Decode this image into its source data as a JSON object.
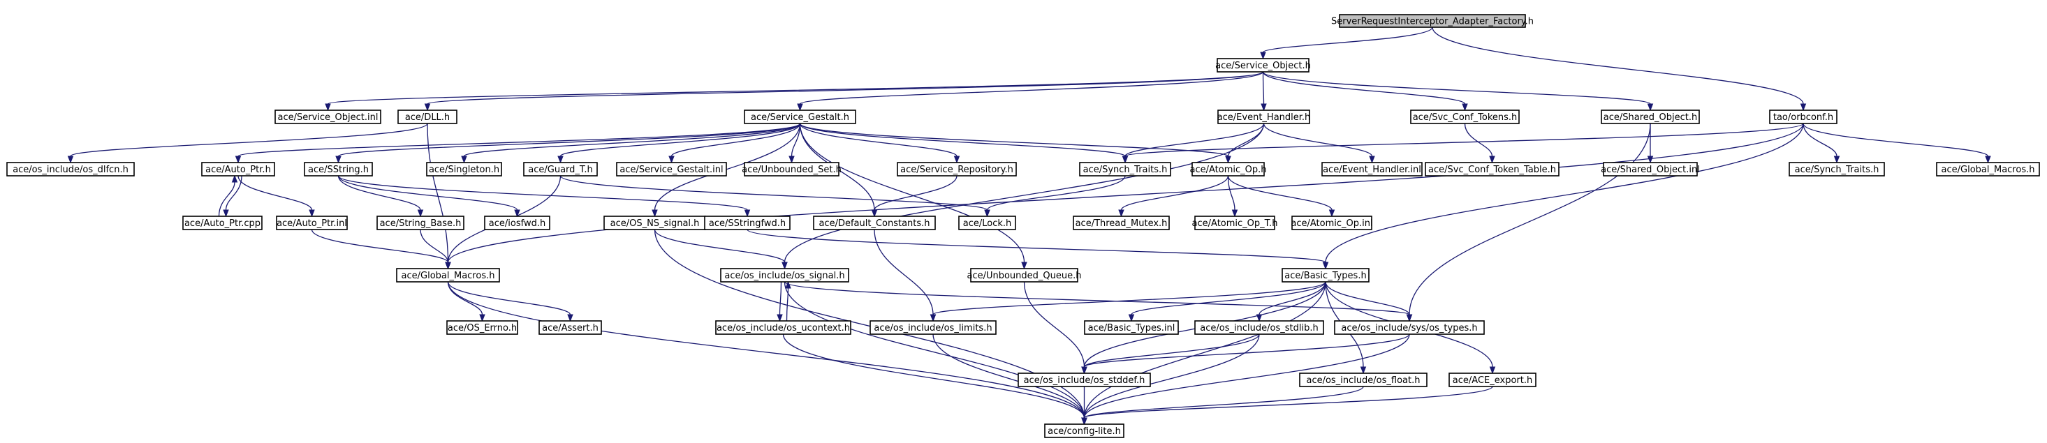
{
  "title": "ServerRequestInterceptor_Adapter_Factory.h",
  "colors": {
    "edge": "#191970",
    "normal_border": "#000000",
    "missing_border": "#ff0000",
    "external_border": "#bfbfbf",
    "root_fill": "#bfbfbf"
  },
  "nodes": {
    "root": {
      "label": "ServerRequestInterceptor_Adapter_Factory.h",
      "kind": "root"
    },
    "service_object_h": {
      "label": "ace/Service_Object.h",
      "kind": "normal"
    },
    "service_object_inl": {
      "label": "ace/Service_Object.inl",
      "kind": "normal"
    },
    "dll_h": {
      "label": "ace/DLL.h",
      "kind": "normal"
    },
    "service_gestalt_h": {
      "label": "ace/Service_Gestalt.h",
      "kind": "normal"
    },
    "event_handler_h": {
      "label": "ace/Event_Handler.h",
      "kind": "normal"
    },
    "svc_conf_tokens_h": {
      "label": "ace/Svc_Conf_Tokens.h",
      "kind": "normal"
    },
    "shared_object_h": {
      "label": "ace/Shared_Object.h",
      "kind": "normal"
    },
    "orbconf_h": {
      "label": "tao/orbconf.h",
      "kind": "normal"
    },
    "os_dlfcn_h": {
      "label": "ace/os_include/os_dlfcn.h",
      "kind": "normal"
    },
    "auto_ptr_h": {
      "label": "ace/Auto_Ptr.h",
      "kind": "normal"
    },
    "sstring_h": {
      "label": "ace/SString.h",
      "kind": "missing"
    },
    "singleton_h": {
      "label": "ace/Singleton.h",
      "kind": "missing"
    },
    "guard_t_h": {
      "label": "ace/Guard_T.h",
      "kind": "missing"
    },
    "service_gestalt_inl": {
      "label": "ace/Service_Gestalt.inl",
      "kind": "normal"
    },
    "unbounded_set_h": {
      "label": "ace/Unbounded_Set.h",
      "kind": "missing"
    },
    "service_repository_h": {
      "label": "ace/Service_Repository.h",
      "kind": "missing"
    },
    "synch_traits_h": {
      "label": "ace/Synch_Traits.h",
      "kind": "normal"
    },
    "atomic_op_h": {
      "label": "ace/Atomic_Op.h",
      "kind": "normal"
    },
    "event_handler_inl": {
      "label": "ace/Event_Handler.inl",
      "kind": "normal"
    },
    "svc_conf_token_table_h": {
      "label": "ace/Svc_Conf_Token_Table.h",
      "kind": "normal"
    },
    "shared_object_inl": {
      "label": "ace/Shared_Object.inl",
      "kind": "normal"
    },
    "synch_traits_ext": {
      "label": "ace/Synch_Traits.h",
      "kind": "external"
    },
    "global_macros_ext": {
      "label": "ace/Global_Macros.h",
      "kind": "external"
    },
    "auto_ptr_cpp": {
      "label": "ace/Auto_Ptr.cpp",
      "kind": "normal"
    },
    "auto_ptr_inl": {
      "label": "ace/Auto_Ptr.inl",
      "kind": "normal"
    },
    "string_base_h": {
      "label": "ace/String_Base.h",
      "kind": "missing"
    },
    "iosfwd_h": {
      "label": "ace/iosfwd.h",
      "kind": "normal"
    },
    "os_ns_signal_h": {
      "label": "ace/OS_NS_signal.h",
      "kind": "missing"
    },
    "sstringfwd_h": {
      "label": "ace/SStringfwd.h",
      "kind": "normal"
    },
    "default_constants_h": {
      "label": "ace/Default_Constants.h",
      "kind": "normal"
    },
    "lock_h": {
      "label": "ace/Lock.h",
      "kind": "missing"
    },
    "thread_mutex_h": {
      "label": "ace/Thread_Mutex.h",
      "kind": "missing"
    },
    "atomic_op_t_h": {
      "label": "ace/Atomic_Op_T.h",
      "kind": "missing"
    },
    "atomic_op_inl": {
      "label": "ace/Atomic_Op.inl",
      "kind": "normal"
    },
    "global_macros_h": {
      "label": "ace/Global_Macros.h",
      "kind": "normal"
    },
    "os_signal_h": {
      "label": "ace/os_include/os_signal.h",
      "kind": "normal"
    },
    "unbounded_queue_h": {
      "label": "ace/Unbounded_Queue.h",
      "kind": "missing"
    },
    "basic_types_h": {
      "label": "ace/Basic_Types.h",
      "kind": "normal"
    },
    "os_errno_h": {
      "label": "ace/OS_Errno.h",
      "kind": "missing"
    },
    "assert_h": {
      "label": "ace/Assert.h",
      "kind": "normal"
    },
    "os_ucontext_h": {
      "label": "ace/os_include/os_ucontext.h",
      "kind": "normal"
    },
    "os_limits_h": {
      "label": "ace/os_include/os_limits.h",
      "kind": "missing"
    },
    "basic_types_inl": {
      "label": "ace/Basic_Types.inl",
      "kind": "normal"
    },
    "os_stdlib_h": {
      "label": "ace/os_include/os_stdlib.h",
      "kind": "missing"
    },
    "sys_os_types_h": {
      "label": "ace/os_include/sys/os_types.h",
      "kind": "normal"
    },
    "os_stddef_h": {
      "label": "ace/os_include/os_stddef.h",
      "kind": "normal"
    },
    "os_float_h": {
      "label": "ace/os_include/os_float.h",
      "kind": "normal"
    },
    "ace_export_h": {
      "label": "ace/ACE_export.h",
      "kind": "normal"
    },
    "config_lite_h": {
      "label": "ace/config-lite.h",
      "kind": "missing"
    }
  },
  "edges": [
    [
      "root",
      "service_object_h"
    ],
    [
      "root",
      "orbconf_h"
    ],
    [
      "service_object_h",
      "service_object_inl"
    ],
    [
      "service_object_h",
      "dll_h"
    ],
    [
      "service_object_h",
      "service_gestalt_h"
    ],
    [
      "service_object_h",
      "event_handler_h"
    ],
    [
      "service_object_h",
      "svc_conf_tokens_h"
    ],
    [
      "service_object_h",
      "shared_object_h"
    ],
    [
      "dll_h",
      "os_dlfcn_h"
    ],
    [
      "dll_h",
      "global_macros_h"
    ],
    [
      "service_gestalt_h",
      "auto_ptr_h"
    ],
    [
      "service_gestalt_h",
      "sstring_h"
    ],
    [
      "service_gestalt_h",
      "singleton_h"
    ],
    [
      "service_gestalt_h",
      "guard_t_h"
    ],
    [
      "service_gestalt_h",
      "service_gestalt_inl"
    ],
    [
      "service_gestalt_h",
      "unbounded_set_h"
    ],
    [
      "service_gestalt_h",
      "service_repository_h"
    ],
    [
      "service_gestalt_h",
      "synch_traits_h"
    ],
    [
      "service_gestalt_h",
      "default_constants_h"
    ],
    [
      "service_gestalt_h",
      "unbounded_queue_h"
    ],
    [
      "service_gestalt_h",
      "os_ns_signal_h"
    ],
    [
      "service_gestalt_h",
      "atomic_op_h"
    ],
    [
      "event_handler_h",
      "synch_traits_h"
    ],
    [
      "event_handler_h",
      "atomic_op_h"
    ],
    [
      "event_handler_h",
      "event_handler_inl"
    ],
    [
      "event_handler_h",
      "os_signal_h"
    ],
    [
      "svc_conf_tokens_h",
      "svc_conf_token_table_h"
    ],
    [
      "shared_object_h",
      "shared_object_inl"
    ],
    [
      "shared_object_h",
      "sys_os_types_h"
    ],
    [
      "orbconf_h",
      "synch_traits_h"
    ],
    [
      "orbconf_h",
      "synch_traits_ext"
    ],
    [
      "orbconf_h",
      "global_macros_ext"
    ],
    [
      "orbconf_h",
      "basic_types_h"
    ],
    [
      "orbconf_h",
      "global_macros_h"
    ],
    [
      "auto_ptr_h",
      "auto_ptr_cpp"
    ],
    [
      "auto_ptr_cpp",
      "auto_ptr_h"
    ],
    [
      "auto_ptr_h",
      "auto_ptr_inl"
    ],
    [
      "auto_ptr_inl",
      "global_macros_h"
    ],
    [
      "sstring_h",
      "string_base_h"
    ],
    [
      "sstring_h",
      "iosfwd_h"
    ],
    [
      "sstring_h",
      "sstringfwd_h"
    ],
    [
      "string_base_h",
      "global_macros_h"
    ],
    [
      "guard_t_h",
      "lock_h"
    ],
    [
      "guard_t_h",
      "global_macros_h"
    ],
    [
      "service_repository_h",
      "default_constants_h"
    ],
    [
      "synch_traits_h",
      "lock_h"
    ],
    [
      "atomic_op_h",
      "thread_mutex_h"
    ],
    [
      "atomic_op_h",
      "atomic_op_t_h"
    ],
    [
      "atomic_op_h",
      "atomic_op_inl"
    ],
    [
      "os_ns_signal_h",
      "os_signal_h"
    ],
    [
      "os_ns_signal_h",
      "config_lite_h"
    ],
    [
      "sstringfwd_h",
      "basic_types_h"
    ],
    [
      "default_constants_h",
      "os_limits_h"
    ],
    [
      "global_macros_h",
      "os_errno_h"
    ],
    [
      "global_macros_h",
      "assert_h"
    ],
    [
      "global_macros_h",
      "config_lite_h"
    ],
    [
      "os_signal_h",
      "os_ucontext_h"
    ],
    [
      "os_ucontext_h",
      "os_signal_h"
    ],
    [
      "os_signal_h",
      "sys_os_types_h"
    ],
    [
      "os_signal_h",
      "config_lite_h"
    ],
    [
      "unbounded_queue_h",
      "os_stddef_h"
    ],
    [
      "basic_types_h",
      "os_limits_h"
    ],
    [
      "basic_types_h",
      "basic_types_inl"
    ],
    [
      "basic_types_h",
      "os_stdlib_h"
    ],
    [
      "basic_types_h",
      "sys_os_types_h"
    ],
    [
      "basic_types_h",
      "os_stddef_h"
    ],
    [
      "basic_types_h",
      "os_float_h"
    ],
    [
      "basic_types_h",
      "ace_export_h"
    ],
    [
      "basic_types_h",
      "config_lite_h"
    ],
    [
      "os_ucontext_h",
      "config_lite_h"
    ],
    [
      "os_limits_h",
      "config_lite_h"
    ],
    [
      "os_stdlib_h",
      "os_stddef_h"
    ],
    [
      "os_stdlib_h",
      "config_lite_h"
    ],
    [
      "sys_os_types_h",
      "os_stddef_h"
    ],
    [
      "sys_os_types_h",
      "config_lite_h"
    ],
    [
      "os_stddef_h",
      "config_lite_h"
    ],
    [
      "os_float_h",
      "config_lite_h"
    ],
    [
      "ace_export_h",
      "config_lite_h"
    ]
  ]
}
